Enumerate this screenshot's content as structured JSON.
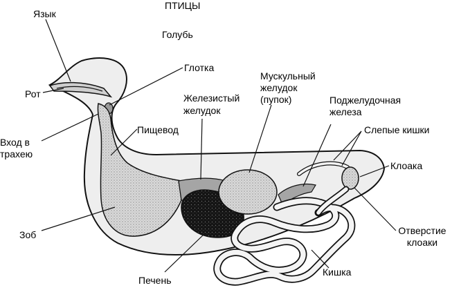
{
  "header": {
    "class_title": "ПТИЦЫ",
    "species": "Голубь"
  },
  "labels": {
    "tongue": "Язык",
    "mouth": "Рот",
    "pharynx": "Глотка",
    "trachea_entrance_1": "Вход в",
    "trachea_entrance_2": "трахею",
    "esophagus": "Пищевод",
    "glandular_stomach_1": "Железистый",
    "glandular_stomach_2": "желудок",
    "gizzard_1": "Мускульный",
    "gizzard_2": "желудок",
    "gizzard_3": "(пупок)",
    "pancreas_1": "Поджелудочная",
    "pancreas_2": "железа",
    "caeca": "Слепые кишки",
    "cloaca": "Клоака",
    "cloacal_opening_1": "Отверстие",
    "cloacal_opening_2": "клоаки",
    "crop": "Зоб",
    "liver": "Печень",
    "intestine": "Кишка"
  },
  "colors": {
    "outline": "#111111",
    "body_fill": "#eeeeee",
    "organ_fill": "#a9a9a9",
    "stomach_fill": "#d4d4d4",
    "liver_fill": "#1a1a1a",
    "gut_fill": "#f6f6f6"
  }
}
